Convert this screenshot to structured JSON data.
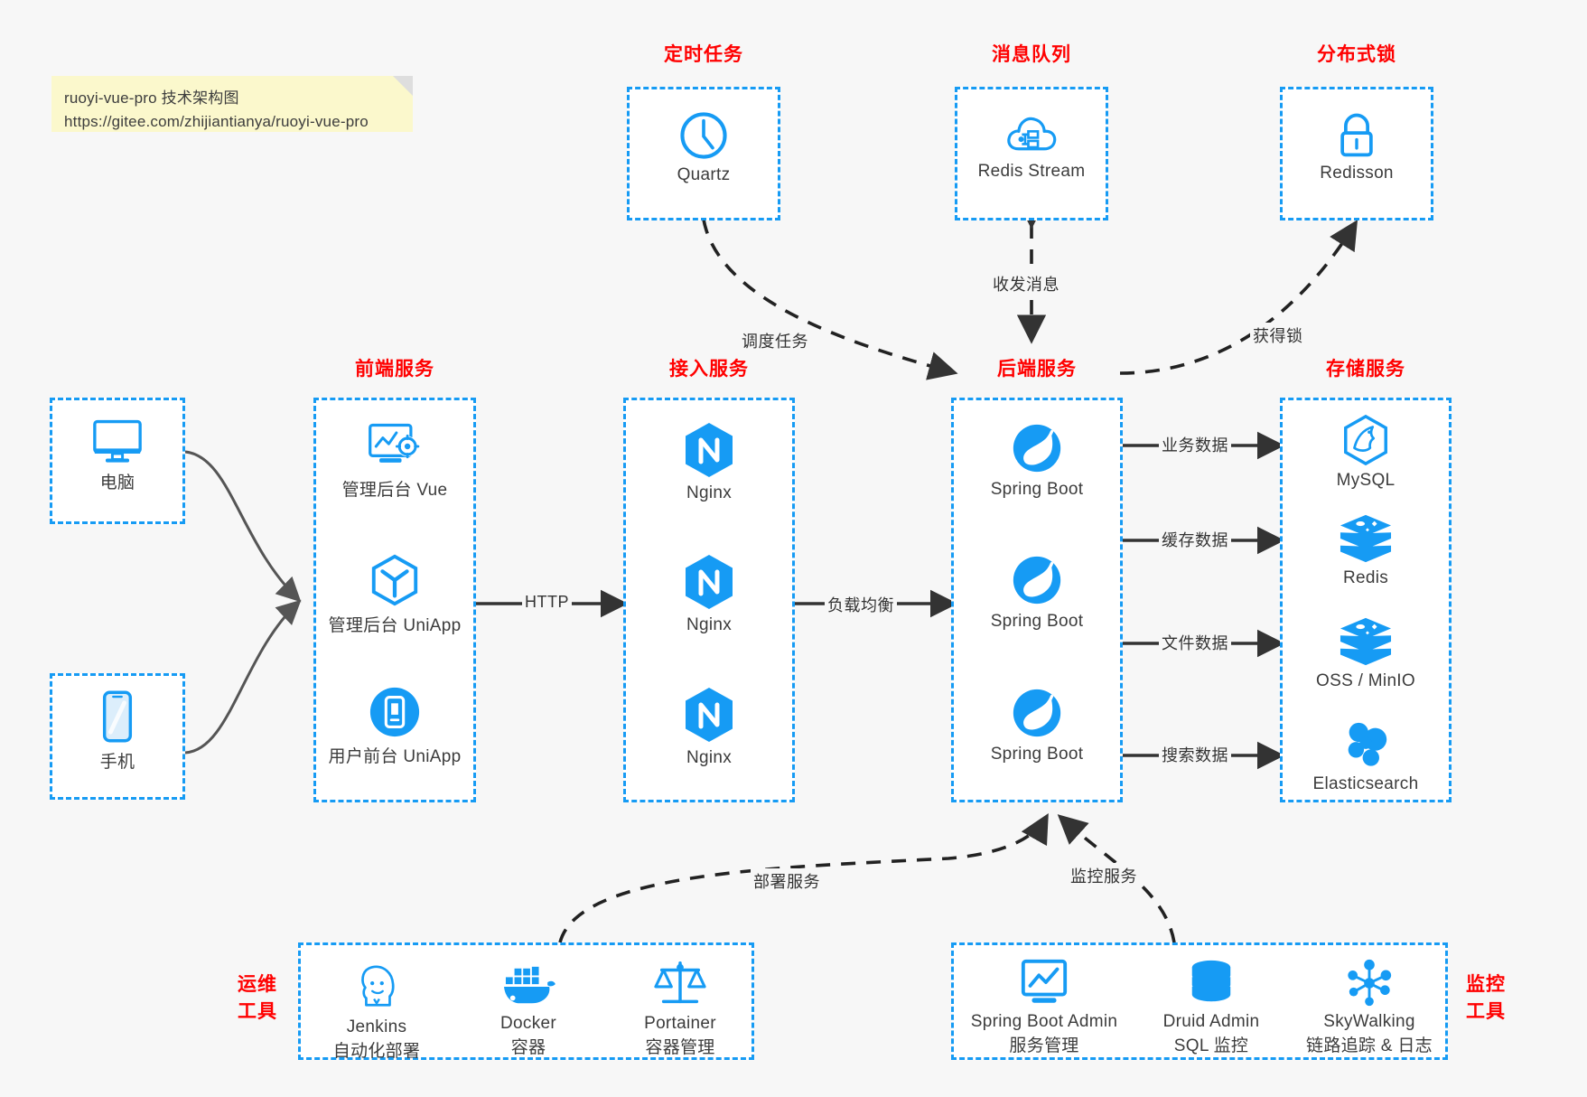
{
  "note": {
    "line1": "ruoyi-vue-pro 技术架构图",
    "line2": "https://gitee.com/zhijiantianya/ruoyi-vue-pro"
  },
  "groups": {
    "scheduled_task": "定时任务",
    "message_queue": "消息队列",
    "distributed_lock": "分布式锁",
    "frontend_service": "前端服务",
    "gateway_service": "接入服务",
    "backend_service": "后端服务",
    "storage_service": "存储服务",
    "devops_tools_l1": "运维",
    "devops_tools_l2": "工具",
    "monitor_tools_l1": "监控",
    "monitor_tools_l2": "工具"
  },
  "nodes": {
    "quartz": "Quartz",
    "redis_stream": "Redis Stream",
    "redisson": "Redisson",
    "pc": "电脑",
    "phone": "手机",
    "admin_vue": "管理后台 Vue",
    "admin_uniapp": "管理后台 UniApp",
    "user_uniapp": "用户前台 UniApp",
    "nginx1": "Nginx",
    "nginx2": "Nginx",
    "nginx3": "Nginx",
    "springboot1": "Spring Boot",
    "springboot2": "Spring Boot",
    "springboot3": "Spring Boot",
    "mysql": "MySQL",
    "redis": "Redis",
    "oss_minio": "OSS / MinIO",
    "elasticsearch": "Elasticsearch",
    "jenkins": "Jenkins",
    "jenkins_sub": "自动化部署",
    "docker": "Docker",
    "docker_sub": "容器",
    "portainer": "Portainer",
    "portainer_sub": "容器管理",
    "sba": "Spring Boot Admin",
    "sba_sub": "服务管理",
    "druid": "Druid Admin",
    "druid_sub": "SQL 监控",
    "skywalking": "SkyWalking",
    "skywalking_sub": "链路追踪 & 日志"
  },
  "edges": {
    "schedule_task": "调度任务",
    "send_recv_msg": "收发消息",
    "acquire_lock": "获得锁",
    "http": "HTTP",
    "load_balance": "负载均衡",
    "business_data": "业务数据",
    "cache_data": "缓存数据",
    "file_data": "文件数据",
    "search_data": "搜索数据",
    "deploy_service": "部署服务",
    "monitor_service": "监控服务"
  },
  "colors": {
    "accent": "#169BF4",
    "group_title": "#FF0000",
    "note_bg": "#FBF8CC",
    "background": "#f7f7f7",
    "edge": "#333333"
  }
}
